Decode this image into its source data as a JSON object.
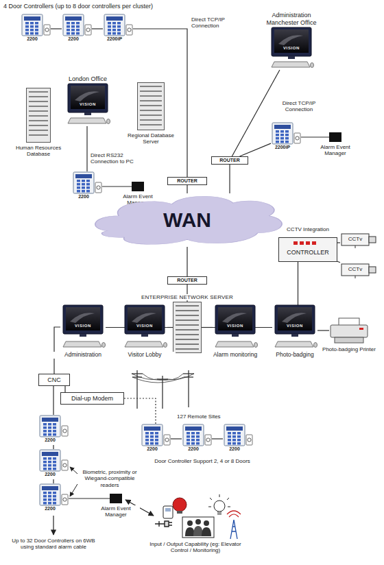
{
  "diagram": {
    "nodes": [
      {
        "text": [
          "2200"
        ]
      },
      {
        "text": [
          "2200"
        ]
      },
      {
        "text": [
          "2200iP"
        ]
      },
      {
        "text": [
          "London Office",
          "VISION"
        ]
      },
      {
        "text": [
          "Human Resources Database"
        ]
      },
      {
        "text": [
          "Regional Database Server"
        ]
      },
      {
        "text": [
          "2200"
        ]
      },
      {
        "text": [
          "Alarm Event Manager"
        ]
      },
      {
        "text": [
          "ROUTER"
        ]
      },
      {
        "text": [
          "Administration Manchester Office",
          "VISION"
        ]
      },
      {
        "text": [
          "ROUTER"
        ]
      },
      {
        "text": [
          "2200iP"
        ]
      },
      {
        "text": [
          "Alarm Event Manager"
        ]
      },
      {
        "text": [
          "WAN"
        ]
      },
      {
        "text": [
          "CONTROLLER"
        ]
      },
      {
        "text": [
          "CCTv"
        ]
      },
      {
        "text": [
          "CCTv"
        ]
      },
      {
        "text": [
          "ROUTER"
        ]
      },
      {
        "text": [
          "ENTERPRISE NETWORK SERVER"
        ]
      },
      {
        "text": [
          "VISION",
          "Administration"
        ]
      },
      {
        "text": [
          "VISION",
          "Visitor Lobby"
        ]
      },
      {
        "text": [
          "VISION",
          "Alarm monitoring"
        ]
      },
      {
        "text": [
          "VISION",
          "Photo-badging"
        ]
      },
      {
        "text": [
          "Photo-badging Printer"
        ]
      },
      {
        "text": [
          "CNC"
        ]
      },
      {
        "text": [
          "Dial-up Modem"
        ]
      },
      {
        "text": [
          "2200"
        ]
      },
      {
        "text": [
          "2200"
        ]
      },
      {
        "text": [
          "2200"
        ]
      },
      {
        "text": [
          "2200"
        ]
      },
      {
        "text": [
          "2200"
        ]
      },
      {
        "text": [
          "2200"
        ]
      },
      {
        "text": [
          "Alarm Event Manager"
        ]
      }
    ],
    "edges": [
      {
        "from": 0,
        "to": 1,
        "arrow": "none"
      },
      {
        "from": 1,
        "to": 2,
        "arrow": "none"
      },
      {
        "from": 2,
        "to": 8,
        "arrow": "none"
      },
      {
        "from": 3,
        "to": 6,
        "arrow": "none"
      },
      {
        "from": 6,
        "to": 7,
        "arrow": "none"
      },
      {
        "from": 8,
        "to": 13,
        "arrow": "none"
      },
      {
        "from": 9,
        "to": 10,
        "arrow": "none"
      },
      {
        "from": 10,
        "to": 13,
        "arrow": "none"
      },
      {
        "from": 11,
        "to": 10,
        "arrow": "none"
      },
      {
        "from": 11,
        "to": 12,
        "arrow": "none"
      },
      {
        "from": 13,
        "to": 17,
        "arrow": "none"
      },
      {
        "from": 17,
        "to": 18,
        "arrow": "none"
      },
      {
        "from": 18,
        "to": 19,
        "arrow": "none"
      },
      {
        "from": 18,
        "to": 20,
        "arrow": "none"
      },
      {
        "from": 18,
        "to": 21,
        "arrow": "none"
      },
      {
        "from": 18,
        "to": 22,
        "arrow": "none"
      },
      {
        "from": 22,
        "to": 23,
        "arrow": "none"
      },
      {
        "from": 14,
        "to": 22,
        "arrow": "none"
      },
      {
        "from": 14,
        "to": 15,
        "arrow": "none"
      },
      {
        "from": 14,
        "to": 16,
        "arrow": "none"
      },
      {
        "from": 19,
        "to": 24,
        "arrow": "none"
      },
      {
        "from": 24,
        "to": 25,
        "arrow": "none"
      },
      {
        "from": 25,
        "to": 26,
        "arrow": "none"
      },
      {
        "from": 26,
        "to": 27,
        "arrow": "none"
      },
      {
        "from": 27,
        "to": 28,
        "arrow": "none"
      },
      {
        "from": 24,
        "to": 29,
        "arrow": "none"
      },
      {
        "from": 29,
        "to": 30,
        "arrow": "none"
      },
      {
        "from": 30,
        "to": 31,
        "arrow": "none"
      },
      {
        "from": 31,
        "to": 32,
        "arrow": "none"
      }
    ],
    "labels": [
      "4 Door Controllers (up to 8 door controllers per cluster)",
      "Direct TCP/IP Connection",
      "Direct RS232 Connection to PC",
      "Direct TCP/IP Connection",
      "CCTV Integration",
      "127 Remote Sites",
      "Door Controller Support 2, 4 or 8 Doors",
      "Biometric, proximity or Wiegand-compatible readers",
      "Input / Output Capability (eg: Elevator Control / Monitoring)",
      "Up to 32 Door Controllers on 6WB using standard alarm cable"
    ]
  }
}
